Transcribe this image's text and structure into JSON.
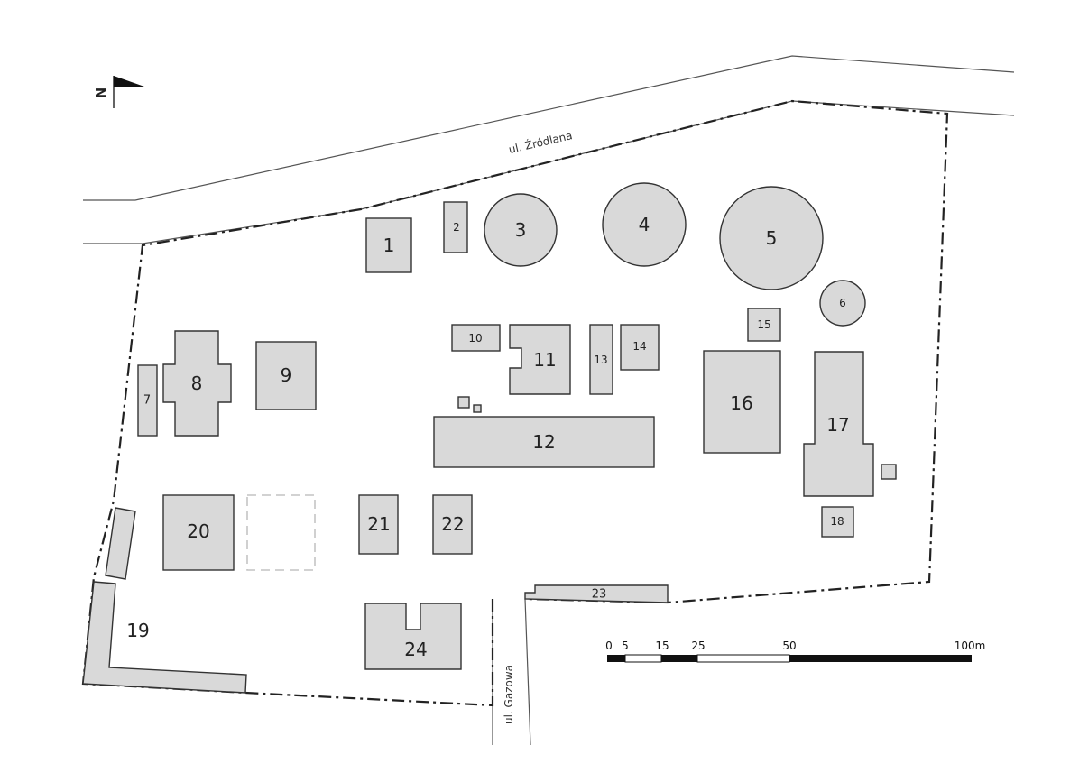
{
  "streets": {
    "top": "ul. Źródlana",
    "bottom": "ul. Gazowa"
  },
  "compass": {
    "label": "N"
  },
  "buildings": [
    {
      "id": "1",
      "label": "1"
    },
    {
      "id": "2",
      "label": "2"
    },
    {
      "id": "3",
      "label": "3"
    },
    {
      "id": "4",
      "label": "4"
    },
    {
      "id": "5",
      "label": "5"
    },
    {
      "id": "6",
      "label": "6"
    },
    {
      "id": "7",
      "label": "7"
    },
    {
      "id": "8",
      "label": "8"
    },
    {
      "id": "9",
      "label": "9"
    },
    {
      "id": "10",
      "label": "10"
    },
    {
      "id": "11",
      "label": "11"
    },
    {
      "id": "12",
      "label": "12"
    },
    {
      "id": "13",
      "label": "13"
    },
    {
      "id": "14",
      "label": "14"
    },
    {
      "id": "15",
      "label": "15"
    },
    {
      "id": "16",
      "label": "16"
    },
    {
      "id": "17",
      "label": "17"
    },
    {
      "id": "18",
      "label": "18"
    },
    {
      "id": "19",
      "label": "19"
    },
    {
      "id": "20",
      "label": "20"
    },
    {
      "id": "21",
      "label": "21"
    },
    {
      "id": "22",
      "label": "22"
    },
    {
      "id": "23",
      "label": "23"
    },
    {
      "id": "24",
      "label": "24"
    }
  ],
  "scale_bar": {
    "ticks": [
      "0",
      "5",
      "15",
      "25",
      "50",
      "100m"
    ],
    "values_m": [
      0,
      5,
      15,
      25,
      50,
      100
    ]
  },
  "colors": {
    "building_fill": "#d9d9d9",
    "outline": "#333333",
    "background": "#ffffff"
  }
}
